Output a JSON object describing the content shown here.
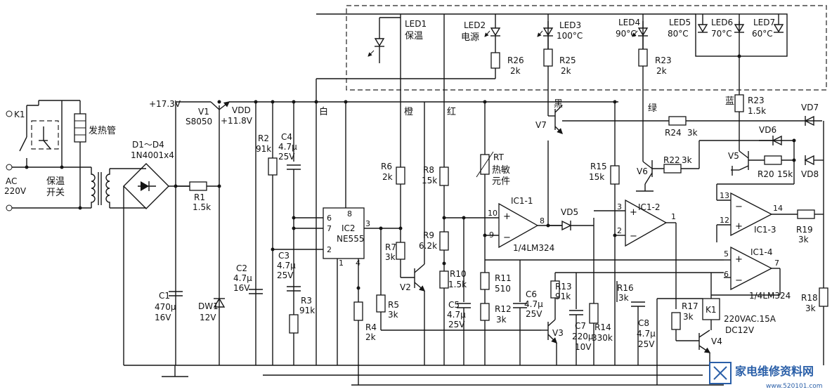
{
  "labels": {
    "k1": "K1",
    "ac": "AC",
    "ac_v": "220V",
    "heater": "发热管",
    "sw1": "保温",
    "sw2": "开关",
    "bridge": "D1～D4",
    "bridge_p": "1N4001x4",
    "v173": "+17.3V",
    "v1": "V1",
    "v1p": "S8050",
    "vdd": "VDD",
    "v118": "+11.8V",
    "r1": "R1",
    "r1v": "1.5k",
    "c1": "C1",
    "c1v": "470μ",
    "c1u": "16V",
    "dw1": "DW1",
    "dw1v": "12V",
    "r2": "R2",
    "r2v": "91k",
    "c4": "C4",
    "c4v": "4.7μ",
    "c4u": "25V",
    "c2": "C2",
    "c2v": "4.7μ",
    "c2u": "16V",
    "c3": "C3",
    "c3v": "4.7μ",
    "c3u": "25V",
    "r3": "R3",
    "r3v": "91k",
    "ic2": "IC2",
    "ic2p": "NE555",
    "p8": "8",
    "p6": "6",
    "p7": "7",
    "p2": "2",
    "p3": "3",
    "p1": "1",
    "p4": "4",
    "white": "白",
    "orange": "橙",
    "red": "红",
    "black": "黑",
    "green": "绿",
    "blue": "蓝",
    "r4": "R4",
    "r4v": "2k",
    "r5": "R5",
    "r5v": "3k",
    "r6": "R6",
    "r6v": "2k",
    "r7": "R7",
    "r7v": "3k",
    "v2": "V2",
    "r8": "R8",
    "r8v": "15k",
    "r9": "R9",
    "r9v": "6.2k",
    "r10": "R10",
    "r10v": "1.5k",
    "c5": "C5",
    "c5v": "4.7μ",
    "c5u": "25V",
    "rt": "RT",
    "rt1": "热敏",
    "rt2": "元件",
    "ic11": "IC1-1",
    "lm1": "1/4LM324",
    "p10": "10",
    "p9": "9",
    "p8b": "8",
    "r11": "R11",
    "r11v": "510",
    "r12": "R12",
    "r12v": "3k",
    "c6": "C6",
    "c6v": "4.7μ",
    "c6u": "25V",
    "r13": "R13",
    "r13v": "91k",
    "v3": "V3",
    "c7": "C7",
    "c7v": "220μ",
    "c7u": "10V",
    "r14": "R14",
    "r14v": "330k",
    "v7": "V7",
    "vd5": "VD5",
    "r15": "R15",
    "r15v": "15k",
    "ic12": "IC1-2",
    "p3b": "3",
    "p2b": "2",
    "p1b": "1",
    "r16": "R16",
    "r16v": "3k",
    "c8": "C8",
    "c8v": "4.7μ",
    "c8u": "25V",
    "r17": "R17",
    "r17v": "3k",
    "relay1": "220VAC.15A",
    "relay2": "DC12V",
    "v4": "V4",
    "v6": "V6",
    "r22": "R22",
    "r22v": "3k",
    "r24": "R24",
    "r24v": "3k",
    "ic13": "IC1-3",
    "p13": "13",
    "p12": "12",
    "p14": "14",
    "ic14": "IC1-4",
    "lm4": "1/4LM324",
    "p5": "5",
    "p6b": "6",
    "p7b": "7",
    "r19": "R19",
    "r19v": "3k",
    "r18": "R18",
    "r18v": "3k",
    "v5": "V5",
    "r20": "R20",
    "r20v": "15k",
    "vd6": "VD6",
    "vd7": "VD7",
    "vd8": "VD8",
    "r23b": "R23",
    "r23bv": "1.5k",
    "led1": "LED1",
    "led1t": "保温",
    "led2": "LED2",
    "led2t": "电源",
    "led3": "LED3",
    "led3t": "100°C",
    "led4": "LED4",
    "led4t": "90°C",
    "led5": "LED5",
    "led5t": "80°C",
    "led6": "LED6",
    "led6t": "70°C",
    "led7": "LED7",
    "led7t": "60°C",
    "r26": "R26",
    "r26v": "2k",
    "r25": "R25",
    "r25v": "2k",
    "r23": "R23",
    "r23v": "2k"
  },
  "watermark": {
    "text": "家电维修资料网",
    "url": "www.520101.com"
  }
}
